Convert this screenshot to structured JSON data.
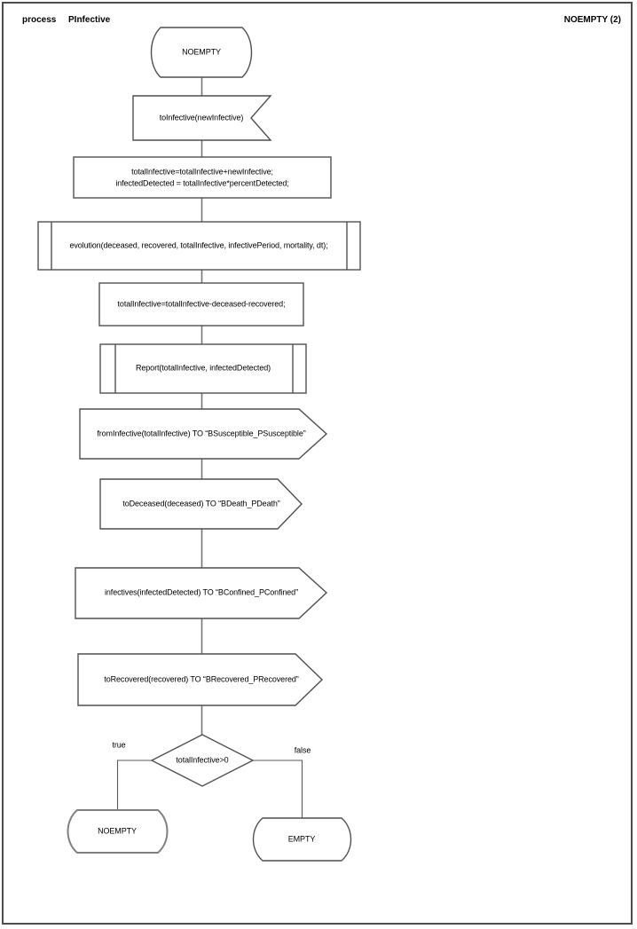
{
  "header": {
    "kind": "process",
    "process_name": "PInfective",
    "page_ref": "NOEMPTY (2)"
  },
  "flow": {
    "start_state": "NOEMPTY",
    "input_signal": "toInfective(newInfective)",
    "assign1_line1": "totalInfective=totalInfective+newInfective;",
    "assign1_line2": "infectedDetected = totalInfective*percentDetected;",
    "call_evolution": "evolution(deceased, recovered, totalInfective, infectivePeriod, mortality, dt);",
    "assign2": "totalInfective=totalInfective-deceased-recovered;",
    "call_report": "Report(totalInfective, infectedDetected)",
    "output_susceptible": "fromInfective(totalInfective) TO “BSusceptible_PSusceptible”",
    "output_death": "toDeceased(deceased) TO “BDeath_PDeath”",
    "output_confined": "infectives(infectedDetected) TO “BConfined_PConfined”",
    "output_recovered": "toRecovered(recovered) TO “BRecovered_PRecovered”",
    "decision_condition": "totalInfective>0",
    "decision_true_label": "true",
    "decision_false_label": "false",
    "next_state_true": "NOEMPTY",
    "next_state_false": "EMPTY"
  },
  "colors": {
    "page_border": "#4d4d4d",
    "shape_stroke": "#4f4f4f",
    "highlight_stroke": "#808080",
    "connector": "#757575",
    "background": "#ffffff",
    "text": "#000000"
  }
}
